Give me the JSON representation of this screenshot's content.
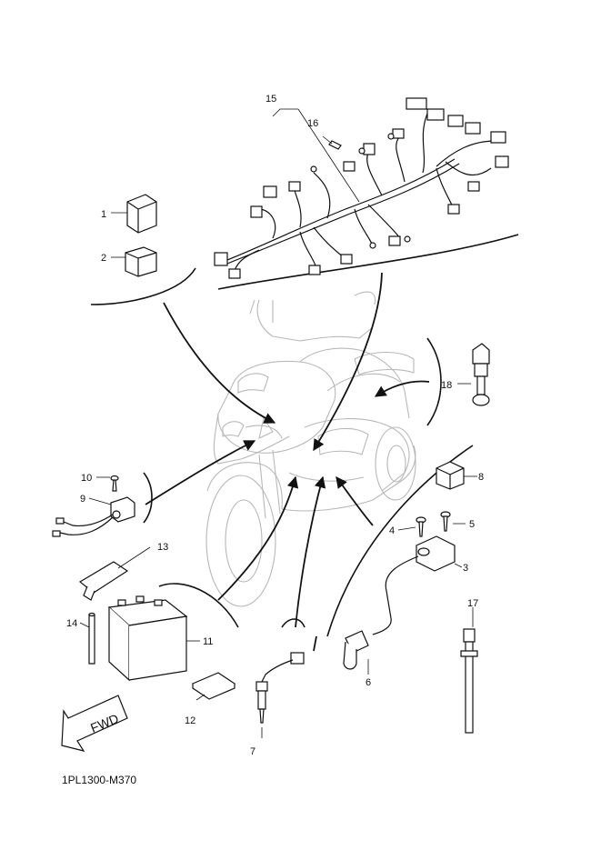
{
  "diagram": {
    "code": "1PL1300-M370",
    "fwd_label": "FWD",
    "callouts": {
      "c1": "1",
      "c2": "2",
      "c3": "3",
      "c4": "4",
      "c5": "5",
      "c6": "6",
      "c7": "7",
      "c8": "8",
      "c9": "9",
      "c10": "10",
      "c11": "11",
      "c12": "12",
      "c13": "13",
      "c14": "14",
      "c15": "15",
      "c16": "16",
      "c17": "17",
      "c18": "18"
    }
  }
}
